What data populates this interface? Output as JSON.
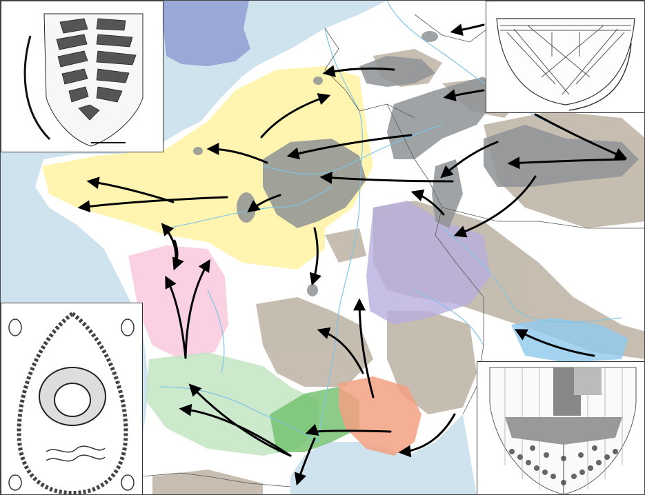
{
  "map": {
    "colors": {
      "sea": "#cfe3ef",
      "land": "#ffffff",
      "relief": "#b9ad9e",
      "rivers": "#7fc4e6",
      "borders": "#555555",
      "arrows": "#000000",
      "zone_grey": "#8f9396",
      "zone_yellow": "#fff3a3",
      "zone_pink": "#f8cce0",
      "zone_purple": "#b8aede",
      "zone_salmon": "#f2a182",
      "zone_green": "#bfe3bf",
      "zone_darkgreen": "#6fbf6a",
      "zone_blue": "#8ec9ee",
      "zone_england": "#9aa8d8"
    },
    "zones": [
      {
        "name": "grey-diffusion-zone"
      },
      {
        "name": "yellow-zone-paris-basin"
      },
      {
        "name": "pink-zone-west"
      },
      {
        "name": "purple-zone-jura-alps"
      },
      {
        "name": "salmon-zone-mediterranean"
      },
      {
        "name": "green-zone-south-west"
      },
      {
        "name": "blue-zone-north-italy"
      }
    ],
    "insets": [
      {
        "name": "inset-top-left-chest-ornament",
        "icon": "ribbed-ornament-drawing"
      },
      {
        "name": "inset-top-right-vessel",
        "icon": "vessel-drawing"
      },
      {
        "name": "inset-bottom-left-necklace",
        "icon": "necklace-ring-drawing"
      },
      {
        "name": "inset-bottom-right-beaded-ornament",
        "icon": "beaded-ornament-drawing"
      }
    ]
  }
}
